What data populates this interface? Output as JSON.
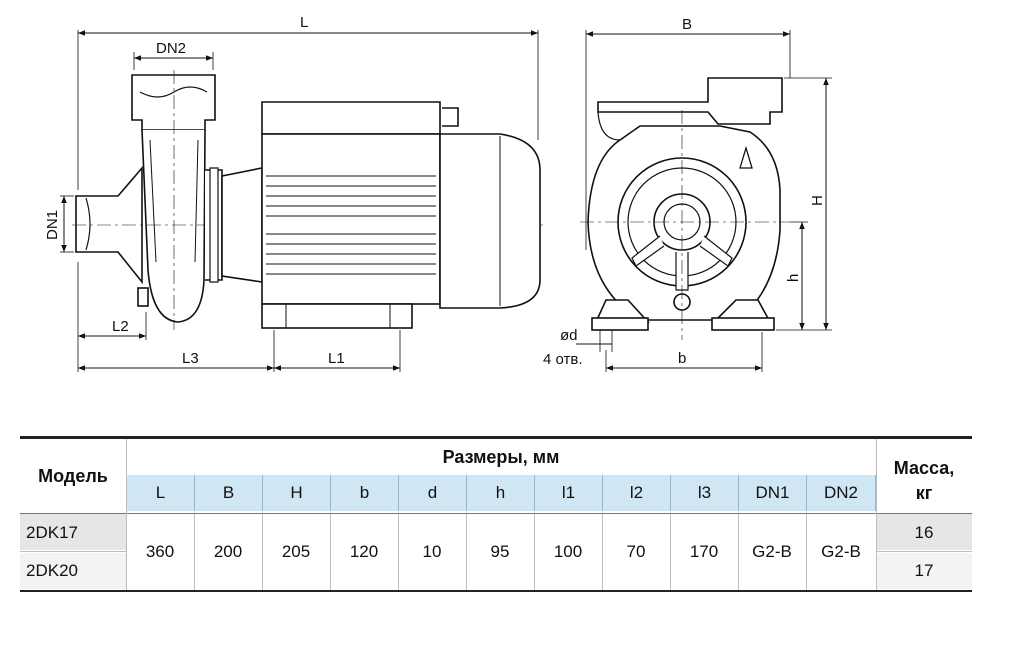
{
  "drawing_labels": {
    "L": "L",
    "DN2": "DN2",
    "DN1": "DN1",
    "L2": "L2",
    "L3": "L3",
    "L1": "L1",
    "B": "B",
    "H": "H",
    "h": "h",
    "d": "ød",
    "holes": "4 отв.",
    "b": "b"
  },
  "table": {
    "model_header": "Модель",
    "dims_header": "Размеры, мм",
    "mass_header_line1": "Масса,",
    "mass_header_line2": "кг",
    "columns": [
      "L",
      "B",
      "H",
      "b",
      "d",
      "h",
      "l1",
      "l2",
      "l3",
      "DN1",
      "DN2"
    ],
    "shared_values": [
      "360",
      "200",
      "205",
      "120",
      "10",
      "95",
      "100",
      "70",
      "170",
      "G2-B",
      "G2-B"
    ],
    "models": [
      {
        "name": "2DK17",
        "mass": "16"
      },
      {
        "name": "2DK20",
        "mass": "17"
      }
    ]
  },
  "colors": {
    "header_band": "#cfe6f5",
    "row_shade": "#e6e6e6",
    "rule": "#222222"
  }
}
